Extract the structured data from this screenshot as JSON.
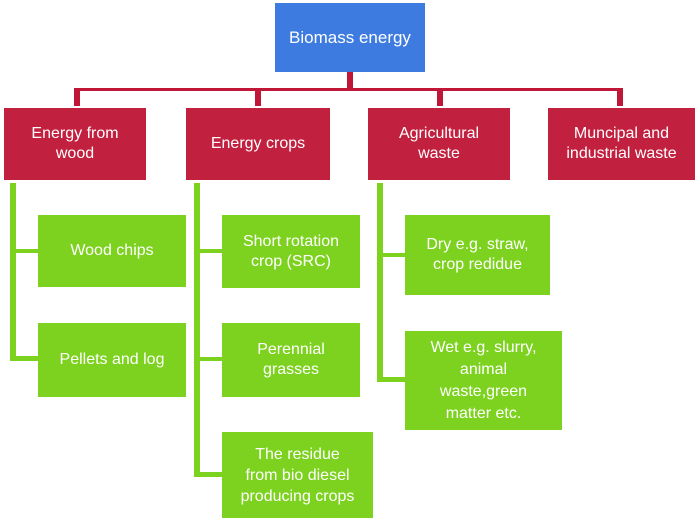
{
  "diagram": {
    "title": "Biomass energy",
    "colors": {
      "root": "#3D7BE0",
      "branch": "#C2203F",
      "branch_line": "#C01638",
      "leaf": "#7CD21E",
      "leaf_line": "#7CD21E",
      "background": "#FFFFFF",
      "text": "#FFFFFF"
    },
    "root": {
      "label": "Biomass energy"
    },
    "branches": [
      {
        "label": "Energy from\nwood",
        "children": [
          "Wood chips",
          "Pellets and log"
        ]
      },
      {
        "label": "Energy crops",
        "children": [
          "Short rotation\ncrop (SRC)",
          "Perennial\ngrasses",
          "The residue\nfrom bio diesel\nproducing crops"
        ]
      },
      {
        "label": "Agricultural\nwaste",
        "children": [
          "Dry e.g. straw,\ncrop redidue",
          "Wet e.g. slurry,\nanimal\nwaste,green\nmatter etc."
        ]
      },
      {
        "label": "Muncipal and\nindustrial waste",
        "children": []
      }
    ]
  }
}
